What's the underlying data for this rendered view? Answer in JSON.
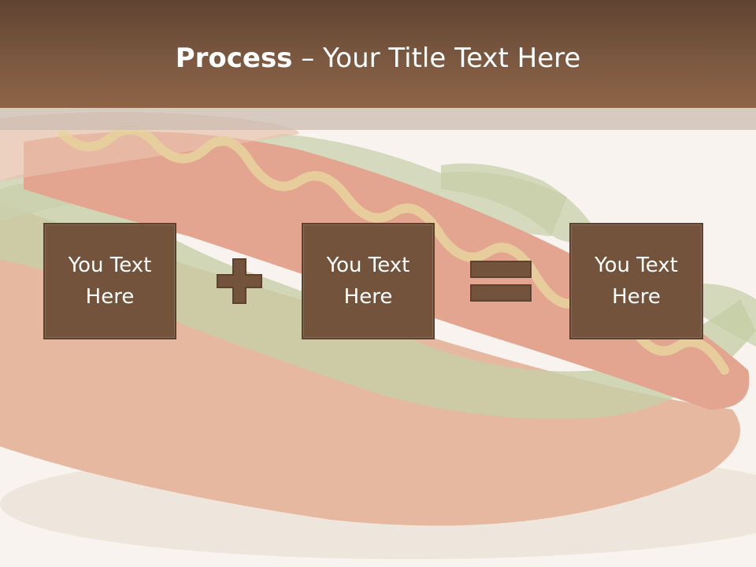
{
  "slide": {
    "title_bold": "Process",
    "title_rest": " – Your Title Text Here"
  },
  "boxes": [
    {
      "text": "You Text Here"
    },
    {
      "text": "You Text Here"
    },
    {
      "text": "You Text Here"
    }
  ],
  "operators": {
    "first": "plus-icon",
    "second": "equals-icon"
  },
  "colors": {
    "header": "#7b5840",
    "box": "#74533c",
    "accent_text": "#ffffff"
  }
}
